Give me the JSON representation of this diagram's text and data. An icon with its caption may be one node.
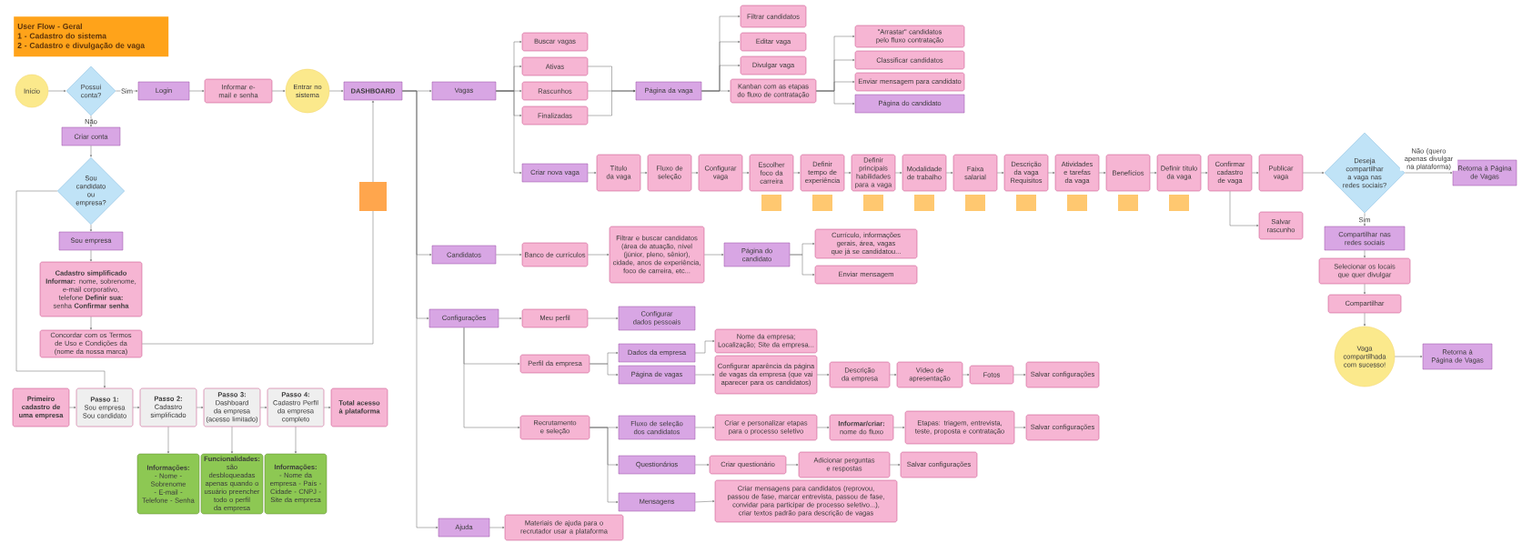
{
  "diagram": {
    "title": "User Flow - Geral",
    "labels": [
      "1 - Cadastro do sistema",
      "2 - Cadastro e divulgação de vaga"
    ],
    "nodes": [
      {
        "text": [
          "Início"
        ]
      },
      {
        "text": [
          "Possui conta?"
        ]
      },
      {
        "text": [
          "Login"
        ]
      },
      {
        "text": [
          "Informar e-mail e senha"
        ]
      },
      {
        "text": [
          "Entrar no sistema"
        ]
      },
      {
        "text": [
          "DASHBOARD"
        ]
      },
      {
        "text": [
          "Criar conta"
        ]
      },
      {
        "text": [
          "Sou candidato ou empresa?"
        ]
      },
      {
        "text": [
          "Sou empresa"
        ]
      },
      {
        "text": [
          "**Cadastro simplificado Informar:** nome, sobrenome, e-mail corporativo, telefone **Definir sua:** senha **Confirmar senha**"
        ]
      },
      {
        "text": [
          "Concordar com os Termos de Uso e Condições da (nome da nossa marca)"
        ]
      },
      {
        "text": [
          "Primeiro cadastro de uma empresa"
        ]
      },
      {
        "text": [
          "Passo 1:",
          "Sou empresa Sou candidato"
        ]
      },
      {
        "text": [
          "Passo 2:",
          "Cadastro simplificado"
        ]
      },
      {
        "text": [
          "Passo 3:",
          "Dashboard da empresa (acesso limitado)"
        ]
      },
      {
        "text": [
          "Passo 4:",
          "Cadastro Perfil da empresa completo"
        ]
      },
      {
        "text": [
          "Total acesso à plataforma"
        ]
      },
      {
        "text": [
          "Informações:",
          "- Nome - Sobrenome - E-mail - Telefone - Senha"
        ]
      },
      {
        "text": [
          "Funcionalidades:",
          "são desbloqueadas apenas quando o usuário preencher todo o perfil da empresa"
        ]
      },
      {
        "text": [
          "Informações:",
          "- Nome da empresa - País - Cidade - CNPJ - Site da empresa"
        ]
      },
      {
        "text": [
          "Vagas"
        ]
      },
      {
        "text": [
          "Buscar vagas"
        ]
      },
      {
        "text": [
          "Ativas"
        ]
      },
      {
        "text": [
          "Rascunhos"
        ]
      },
      {
        "text": [
          "Finalizadas"
        ]
      },
      {
        "text": [
          "Criar nova vaga"
        ]
      },
      {
        "text": [
          "Página da vaga"
        ]
      },
      {
        "text": [
          "Filtrar candidatos"
        ]
      },
      {
        "text": [
          "Editar vaga"
        ]
      },
      {
        "text": [
          "Divulgar vaga"
        ]
      },
      {
        "text": [
          "Kanban com as etapas do fluxo de contratação"
        ]
      },
      {
        "text": [
          "\"Arrastar\" candidatos pelo fluxo contratação"
        ]
      },
      {
        "text": [
          "Classificar candidatos"
        ]
      },
      {
        "text": [
          "Enviar mensagem para candidato"
        ]
      },
      {
        "text": [
          "Página do candidato"
        ]
      },
      {
        "text": [
          "Título da vaga"
        ]
      },
      {
        "text": [
          "Fluxo de seleção"
        ]
      },
      {
        "text": [
          "Configurar vaga"
        ]
      },
      {
        "text": [
          "Escolher foco da carreira"
        ]
      },
      {
        "text": [
          "Definir tempo de experiência"
        ]
      },
      {
        "text": [
          "Definir principais habilidades para a vaga"
        ]
      },
      {
        "text": [
          "Modalidade de trabalho"
        ]
      },
      {
        "text": [
          "Faixa salarial"
        ]
      },
      {
        "text": [
          "Descrição da vaga Requisitos"
        ]
      },
      {
        "text": [
          "Atividades e tarefas da vaga"
        ]
      },
      {
        "text": [
          "Benefícios"
        ]
      },
      {
        "text": [
          "Definir título da vaga"
        ]
      },
      {
        "text": [
          "Confirmar cadastro de vaga"
        ]
      },
      {
        "text": [
          "Publicar vaga"
        ]
      },
      {
        "text": [
          "Salvar rascunho"
        ]
      },
      {
        "text": [
          "Deseja compartilhar a vaga nas redes sociais?"
        ]
      },
      {
        "text": [
          "Retorna à Página de Vagas"
        ]
      },
      {
        "text": [
          "Compartilhar nas redes sociais"
        ]
      },
      {
        "text": [
          "Selecionar os locais que quer divulgar"
        ]
      },
      {
        "text": [
          "Compartilhar"
        ]
      },
      {
        "text": [
          "Vaga compartilhada com sucesso!"
        ]
      },
      {
        "text": [
          "Retorna à Página de Vagas"
        ]
      },
      {
        "text": [
          "Candidatos"
        ]
      },
      {
        "text": [
          "Banco de currículos"
        ]
      },
      {
        "text": [
          "Filtrar e buscar candidatos (área de atuação, nível (júnior, pleno, sênior), cidade, anos de experiência, foco de carreira, etc..."
        ]
      },
      {
        "text": [
          "Página do candidato"
        ]
      },
      {
        "text": [
          "Currículo, informações gerais, área, vagas que já se candidatou..."
        ]
      },
      {
        "text": [
          "Enviar mensagem"
        ]
      },
      {
        "text": [
          "Configurações"
        ]
      },
      {
        "text": [
          "Meu perfil"
        ]
      },
      {
        "text": [
          "Configurar dados pessoais"
        ]
      },
      {
        "text": [
          "Perfil da empresa"
        ]
      },
      {
        "text": [
          "Dados da empresa"
        ]
      },
      {
        "text": [
          "Página de vagas"
        ]
      },
      {
        "text": [
          "Nome da empresa; Localização; Site da empresa..."
        ]
      },
      {
        "text": [
          "Configurar aparência da página de vagas da empresa (que vai aparecer para os candidatos)"
        ]
      },
      {
        "text": [
          "Descrição da empresa"
        ]
      },
      {
        "text": [
          "Vídeo de apresentação"
        ]
      },
      {
        "text": [
          "Fotos"
        ]
      },
      {
        "text": [
          "Salvar configurações"
        ]
      },
      {
        "text": [
          "Recrutamento e seleção"
        ]
      },
      {
        "text": [
          "Fluxo de seleção dos candidatos"
        ]
      },
      {
        "text": [
          "Criar e personalizar etapas para o processo seletivo"
        ]
      },
      {
        "text": [
          "Informar/criar:",
          "nome do fluxo"
        ]
      },
      {
        "text": [
          "Etapas: triagem, entrevista, teste, proposta e contratação"
        ]
      },
      {
        "text": [
          "Salvar configurações"
        ]
      },
      {
        "text": [
          "Questionários"
        ]
      },
      {
        "text": [
          "Criar questionário"
        ]
      },
      {
        "text": [
          "Adicionar perguntas e respostas"
        ]
      },
      {
        "text": [
          "Salvar configurações"
        ]
      },
      {
        "text": [
          "Mensagens"
        ]
      },
      {
        "text": [
          "Criar mensagens para candidatos (reprovou, passou de fase, marcar entrevista, passou de fase, convidar para participar de processo seletivo...), criar textos padrão para descrição de vagas"
        ]
      },
      {
        "text": [
          "Ajuda"
        ]
      },
      {
        "text": [
          "Materiais de ajuda para o recrutador usar a plataforma"
        ]
      }
    ],
    "edges": [
      {
        "from": 0,
        "to": 1,
        "arrow": "to"
      },
      {
        "from": 1,
        "to": 2,
        "arrow": "to",
        "label": "Sim"
      },
      {
        "from": 2,
        "to": 3,
        "arrow": "to"
      },
      {
        "from": 3,
        "to": 4,
        "arrow": "to"
      },
      {
        "from": 4,
        "to": 5,
        "arrow": "to"
      },
      {
        "from": 1,
        "to": 6,
        "arrow": "to",
        "label": "Não"
      },
      {
        "from": 6,
        "to": 7,
        "arrow": "to"
      },
      {
        "from": 7,
        "to": 8,
        "arrow": "to"
      },
      {
        "from": 8,
        "to": 9,
        "arrow": "to"
      },
      {
        "from": 9,
        "to": 10,
        "arrow": "to"
      },
      {
        "from": 10,
        "to": 5,
        "arrow": "to"
      },
      {
        "from": 7,
        "to": 12,
        "arrow": "to"
      },
      {
        "from": 11,
        "to": 12,
        "arrow": "to"
      },
      {
        "from": 12,
        "to": 13,
        "arrow": "to"
      },
      {
        "from": 13,
        "to": 14,
        "arrow": "to"
      },
      {
        "from": 14,
        "to": 15,
        "arrow": "to"
      },
      {
        "from": 15,
        "to": 16,
        "arrow": "to"
      },
      {
        "from": 13,
        "to": 17,
        "arrow": "to"
      },
      {
        "from": 14,
        "to": 18,
        "arrow": "to"
      },
      {
        "from": 15,
        "to": 19,
        "arrow": "to"
      },
      {
        "from": 5,
        "to": 20,
        "arrow": "to"
      },
      {
        "from": 5,
        "to": 57,
        "arrow": "to"
      },
      {
        "from": 5,
        "to": 63,
        "arrow": "to"
      },
      {
        "from": 5,
        "to": 87,
        "arrow": "to"
      },
      {
        "from": 20,
        "to": 21,
        "arrow": "to"
      },
      {
        "from": 20,
        "to": 22,
        "arrow": "to"
      },
      {
        "from": 20,
        "to": 23,
        "arrow": "to"
      },
      {
        "from": 20,
        "to": 24,
        "arrow": "to"
      },
      {
        "from": 20,
        "to": 25,
        "arrow": "to"
      },
      {
        "from": 22,
        "to": 26,
        "arrow": "to"
      },
      {
        "from": 23,
        "to": 26,
        "arrow": "to"
      },
      {
        "from": 24,
        "to": 26,
        "arrow": "to"
      },
      {
        "from": 26,
        "to": 27,
        "arrow": "to"
      },
      {
        "from": 26,
        "to": 28,
        "arrow": "to"
      },
      {
        "from": 26,
        "to": 29,
        "arrow": "to"
      },
      {
        "from": 26,
        "to": 30,
        "arrow": "to"
      },
      {
        "from": 30,
        "to": 31,
        "arrow": "to"
      },
      {
        "from": 30,
        "to": 32,
        "arrow": "to"
      },
      {
        "from": 30,
        "to": 33,
        "arrow": "to"
      },
      {
        "from": 30,
        "to": 34,
        "arrow": "to"
      },
      {
        "from": 25,
        "to": 35,
        "arrow": "to"
      },
      {
        "from": 35,
        "to": 36,
        "arrow": "to"
      },
      {
        "from": 36,
        "to": 37,
        "arrow": "to"
      },
      {
        "from": 37,
        "to": 38,
        "arrow": "to"
      },
      {
        "from": 38,
        "to": 39,
        "arrow": "to"
      },
      {
        "from": 39,
        "to": 40,
        "arrow": "to"
      },
      {
        "from": 40,
        "to": 41,
        "arrow": "to"
      },
      {
        "from": 41,
        "to": 42,
        "arrow": "to"
      },
      {
        "from": 42,
        "to": 43,
        "arrow": "to"
      },
      {
        "from": 43,
        "to": 44,
        "arrow": "to"
      },
      {
        "from": 44,
        "to": 45,
        "arrow": "to"
      },
      {
        "from": 45,
        "to": 46,
        "arrow": "to"
      },
      {
        "from": 46,
        "to": 47,
        "arrow": "to"
      },
      {
        "from": 47,
        "to": 48,
        "arrow": "to"
      },
      {
        "from": 47,
        "to": 49,
        "arrow": "to"
      },
      {
        "from": 48,
        "to": 50,
        "arrow": "to"
      },
      {
        "from": 50,
        "to": 51,
        "arrow": "to",
        "label": "Não (quero apenas divulgar na plataforma)"
      },
      {
        "from": 50,
        "to": 52,
        "arrow": "to",
        "label": "Sim"
      },
      {
        "from": 52,
        "to": 53,
        "arrow": "to"
      },
      {
        "from": 53,
        "to": 54,
        "arrow": "to"
      },
      {
        "from": 54,
        "to": 55,
        "arrow": "to"
      },
      {
        "from": 55,
        "to": 56,
        "arrow": "to"
      },
      {
        "from": 57,
        "to": 58,
        "arrow": "to"
      },
      {
        "from": 58,
        "to": 59,
        "arrow": "to"
      },
      {
        "from": 59,
        "to": 60,
        "arrow": "to"
      },
      {
        "from": 60,
        "to": 61,
        "arrow": "to"
      },
      {
        "from": 60,
        "to": 62,
        "arrow": "to"
      },
      {
        "from": 63,
        "to": 64,
        "arrow": "to"
      },
      {
        "from": 63,
        "to": 66,
        "arrow": "to"
      },
      {
        "from": 63,
        "to": 75,
        "arrow": "to"
      },
      {
        "from": 64,
        "to": 65,
        "arrow": "to"
      },
      {
        "from": 66,
        "to": 67,
        "arrow": "to"
      },
      {
        "from": 66,
        "to": 68,
        "arrow": "to"
      },
      {
        "from": 67,
        "to": 69,
        "arrow": "to"
      },
      {
        "from": 68,
        "to": 70,
        "arrow": "to"
      },
      {
        "from": 70,
        "to": 71,
        "arrow": "to"
      },
      {
        "from": 71,
        "to": 72,
        "arrow": "to"
      },
      {
        "from": 72,
        "to": 73,
        "arrow": "to"
      },
      {
        "from": 73,
        "to": 74,
        "arrow": "to"
      },
      {
        "from": 75,
        "to": 76,
        "arrow": "to"
      },
      {
        "from": 75,
        "to": 81,
        "arrow": "to"
      },
      {
        "from": 75,
        "to": 85,
        "arrow": "to"
      },
      {
        "from": 76,
        "to": 77,
        "arrow": "to"
      },
      {
        "from": 77,
        "to": 78,
        "arrow": "to"
      },
      {
        "from": 78,
        "to": 79,
        "arrow": "to"
      },
      {
        "from": 79,
        "to": 80,
        "arrow": "to"
      },
      {
        "from": 81,
        "to": 82,
        "arrow": "to"
      },
      {
        "from": 82,
        "to": 83,
        "arrow": "to"
      },
      {
        "from": 83,
        "to": 84,
        "arrow": "to"
      },
      {
        "from": 85,
        "to": 86,
        "arrow": "to"
      },
      {
        "from": 87,
        "to": 88,
        "arrow": "to"
      }
    ]
  }
}
